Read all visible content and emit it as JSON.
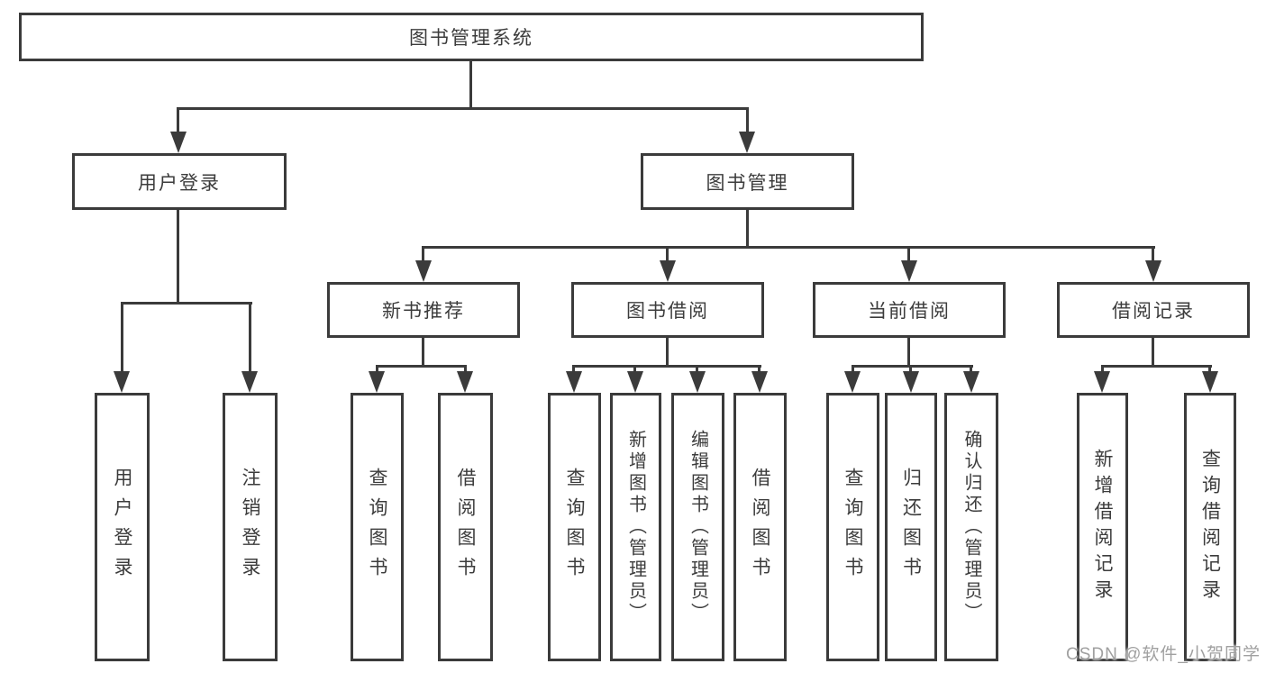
{
  "tree": {
    "label": "图书管理系统",
    "children": [
      {
        "label": "用户登录",
        "children": [
          {
            "label": "用户登录"
          },
          {
            "label": "注销登录"
          }
        ]
      },
      {
        "label": "图书管理",
        "children": [
          {
            "label": "新书推荐",
            "children": [
              {
                "label": "查询图书"
              },
              {
                "label": "借阅图书"
              }
            ]
          },
          {
            "label": "图书借阅",
            "children": [
              {
                "label": "查询图书"
              },
              {
                "label": "新增图书（管理员）"
              },
              {
                "label": "编辑图书（管理员）"
              },
              {
                "label": "借阅图书"
              }
            ]
          },
          {
            "label": "当前借阅",
            "children": [
              {
                "label": "查询图书"
              },
              {
                "label": "归还图书"
              },
              {
                "label": "确认归还（管理员）"
              }
            ]
          },
          {
            "label": "借阅记录",
            "children": [
              {
                "label": "新增借阅记录"
              },
              {
                "label": "查询借阅记录"
              }
            ]
          }
        ]
      }
    ]
  },
  "watermark": "CSDN @软件_小贺同学",
  "colors": {
    "line": "#3b3b3b",
    "box_fill": "#ffffff",
    "text": "#3c3c3c",
    "watermark": "#a0a0a0",
    "background": "#ffffff"
  }
}
